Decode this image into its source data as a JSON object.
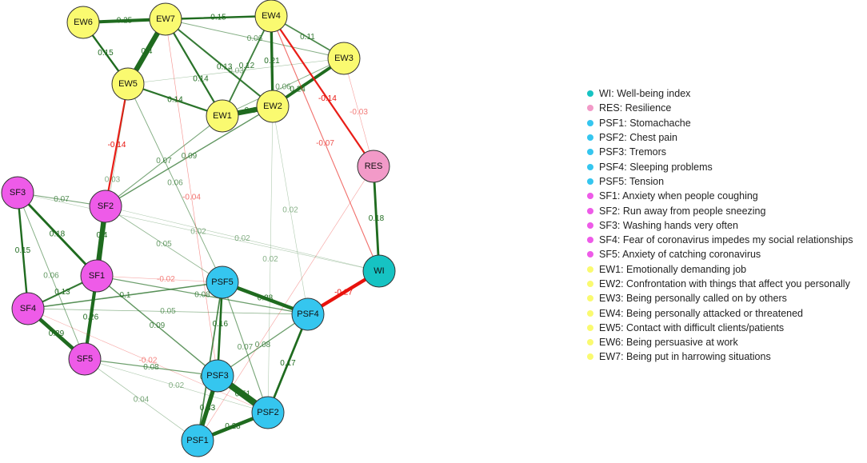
{
  "colors": {
    "positive_edge": "#1f6b1f",
    "negative_edge": "#e8120c",
    "node_border": "#333333",
    "groups": {
      "WI": "#16c3c3",
      "RES": "#f29ac8",
      "PSF": "#35c6ef",
      "SF": "#ee5be8",
      "EW": "#fafa70"
    }
  },
  "nodes": [
    {
      "id": "EW6",
      "group": "EW"
    },
    {
      "id": "EW7",
      "group": "EW"
    },
    {
      "id": "EW4",
      "group": "EW"
    },
    {
      "id": "EW3",
      "group": "EW"
    },
    {
      "id": "EW5",
      "group": "EW"
    },
    {
      "id": "EW1",
      "group": "EW"
    },
    {
      "id": "EW2",
      "group": "EW"
    },
    {
      "id": "RES",
      "group": "RES"
    },
    {
      "id": "SF3",
      "group": "SF"
    },
    {
      "id": "SF2",
      "group": "SF"
    },
    {
      "id": "SF1",
      "group": "SF"
    },
    {
      "id": "SF4",
      "group": "SF"
    },
    {
      "id": "SF5",
      "group": "SF"
    },
    {
      "id": "WI",
      "group": "WI"
    },
    {
      "id": "PSF5",
      "group": "PSF"
    },
    {
      "id": "PSF4",
      "group": "PSF"
    },
    {
      "id": "PSF3",
      "group": "PSF"
    },
    {
      "id": "PSF2",
      "group": "PSF"
    },
    {
      "id": "PSF1",
      "group": "PSF"
    }
  ],
  "edges": [
    {
      "from": "EW6",
      "to": "EW7",
      "weight": 0.25,
      "label": "0.25"
    },
    {
      "from": "EW7",
      "to": "EW4",
      "weight": 0.15,
      "label": "0.15"
    },
    {
      "from": "EW7",
      "to": "EW5",
      "weight": 0.4,
      "label": "0.4"
    },
    {
      "from": "EW6",
      "to": "EW5",
      "weight": 0.15,
      "label": "0.15"
    },
    {
      "from": "EW7",
      "to": "EW1",
      "weight": 0.14,
      "label": "0.14"
    },
    {
      "from": "EW7",
      "to": "EW2",
      "weight": 0.13,
      "label": "0.13"
    },
    {
      "from": "EW7",
      "to": "EW3",
      "weight": 0.06,
      "label": "0.06"
    },
    {
      "from": "EW4",
      "to": "EW3",
      "weight": 0.11,
      "label": "0.11"
    },
    {
      "from": "EW4",
      "to": "EW1",
      "weight": 0.12,
      "label": "0.12"
    },
    {
      "from": "EW4",
      "to": "EW2",
      "weight": 0.21,
      "label": "0.21"
    },
    {
      "from": "EW5",
      "to": "EW1",
      "weight": 0.14,
      "label": "0.14"
    },
    {
      "from": "EW1",
      "to": "EW2",
      "weight": 0.4,
      "label": "0.4"
    },
    {
      "from": "EW2",
      "to": "EW3",
      "weight": 0.24,
      "label": "0.24"
    },
    {
      "from": "EW5",
      "to": "EW3",
      "weight": 0.03,
      "label": "0.03"
    },
    {
      "from": "EW1",
      "to": "EW3",
      "weight": 0.06,
      "label": "0.06"
    },
    {
      "from": "EW4",
      "to": "RES",
      "weight": -0.14,
      "label": "-0.14"
    },
    {
      "from": "EW3",
      "to": "RES",
      "weight": -0.03,
      "label": "-0.03"
    },
    {
      "from": "EW5",
      "to": "SF2",
      "weight": -0.14,
      "label": "-0.14"
    },
    {
      "from": "EW2",
      "to": "SF2",
      "weight": 0.09,
      "label": "0.09"
    },
    {
      "from": "EW5",
      "to": "SF1",
      "weight": 0.03,
      "label": "0.03"
    },
    {
      "from": "EW5",
      "to": "PSF5",
      "weight": 0.06,
      "label": "0.06"
    },
    {
      "from": "EW1",
      "to": "SF2",
      "weight": 0.07,
      "label": "0.07"
    },
    {
      "from": "EW7",
      "to": "PSF3",
      "weight": -0.04,
      "label": "-0.04"
    },
    {
      "from": "EW2",
      "to": "PSF4",
      "weight": 0.02,
      "label": "0.02"
    },
    {
      "from": "EW2",
      "to": "PSF2",
      "weight": 0.02,
      "label": "0.02"
    },
    {
      "from": "EW4",
      "to": "WI",
      "weight": -0.07,
      "label": "-0.07"
    },
    {
      "from": "RES",
      "to": "WI",
      "weight": 0.18,
      "label": "0.18"
    },
    {
      "from": "RES",
      "to": "PSF1",
      "weight": -0.03,
      "label": ""
    },
    {
      "from": "WI",
      "to": "PSF4",
      "weight": -0.27,
      "label": "-0.27"
    },
    {
      "from": "SF3",
      "to": "SF1",
      "weight": 0.18,
      "label": "0.18"
    },
    {
      "from": "SF3",
      "to": "SF4",
      "weight": 0.15,
      "label": "0.15"
    },
    {
      "from": "SF3",
      "to": "SF2",
      "weight": 0.07,
      "label": "0.07"
    },
    {
      "from": "SF3",
      "to": "WI",
      "weight": 0.02,
      "label": "0.02"
    },
    {
      "from": "SF3",
      "to": "SF5",
      "weight": 0.06,
      "label": "0.06"
    },
    {
      "from": "SF2",
      "to": "SF1",
      "weight": 0.4,
      "label": "0.4"
    },
    {
      "from": "SF2",
      "to": "PSF5",
      "weight": 0.05,
      "label": "0.05"
    },
    {
      "from": "SF2",
      "to": "WI",
      "weight": 0.02,
      "label": "0.02"
    },
    {
      "from": "SF1",
      "to": "SF4",
      "weight": 0.13,
      "label": "0.13"
    },
    {
      "from": "SF1",
      "to": "SF5",
      "weight": 0.26,
      "label": "0.26"
    },
    {
      "from": "SF1",
      "to": "PSF5",
      "weight": -0.02,
      "label": "-0.02"
    },
    {
      "from": "SF1",
      "to": "PSF4",
      "weight": 0.08,
      "label": "0.08"
    },
    {
      "from": "SF1",
      "to": "PSF3",
      "weight": 0.09,
      "label": "0.09"
    },
    {
      "from": "SF4",
      "to": "SF5",
      "weight": 0.29,
      "label": "0.29"
    },
    {
      "from": "SF4",
      "to": "PSF5",
      "weight": 0.1,
      "label": "0.1"
    },
    {
      "from": "SF4",
      "to": "PSF2",
      "weight": -0.02,
      "label": "-0.02"
    },
    {
      "from": "SF4",
      "to": "PSF4",
      "weight": 0.05,
      "label": "0.05"
    },
    {
      "from": "SF5",
      "to": "PSF3",
      "weight": 0.08,
      "label": "0.08"
    },
    {
      "from": "SF5",
      "to": "PSF1",
      "weight": 0.04,
      "label": "0.04"
    },
    {
      "from": "SF5",
      "to": "PSF2",
      "weight": 0.02,
      "label": "0.02"
    },
    {
      "from": "PSF5",
      "to": "PSF4",
      "weight": 0.28,
      "label": "0.28"
    },
    {
      "from": "PSF5",
      "to": "PSF3",
      "weight": 0.16,
      "label": "0.16"
    },
    {
      "from": "PSF5",
      "to": "PSF2",
      "weight": 0.07,
      "label": "0.07"
    },
    {
      "from": "PSF5",
      "to": "PSF1",
      "weight": 0.11,
      "label": "0.11"
    },
    {
      "from": "PSF4",
      "to": "PSF3",
      "weight": 0.08,
      "label": "0.08"
    },
    {
      "from": "PSF4",
      "to": "PSF2",
      "weight": 0.17,
      "label": "0.17"
    },
    {
      "from": "PSF3",
      "to": "PSF2",
      "weight": 0.51,
      "label": "0.51"
    },
    {
      "from": "PSF3",
      "to": "PSF1",
      "weight": 0.33,
      "label": "0.33"
    },
    {
      "from": "PSF2",
      "to": "PSF1",
      "weight": 0.28,
      "label": "0.28"
    }
  ],
  "legend": [
    {
      "label": "WI: Well-being index",
      "color": "#16c3c3"
    },
    {
      "label": "RES: Resilience",
      "color": "#f29ac8"
    },
    {
      "label": "PSF1: Stomachache",
      "color": "#35c6ef"
    },
    {
      "label": "PSF2: Chest pain",
      "color": "#35c6ef"
    },
    {
      "label": "PSF3: Tremors",
      "color": "#35c6ef"
    },
    {
      "label": "PSF4: Sleeping problems",
      "color": "#35c6ef"
    },
    {
      "label": "PSF5: Tension",
      "color": "#35c6ef"
    },
    {
      "label": "SF1: Anxiety when people coughing",
      "color": "#ee5be8"
    },
    {
      "label": "SF2: Run away from people sneezing",
      "color": "#ee5be8"
    },
    {
      "label": "SF3: Washing hands very often",
      "color": "#ee5be8"
    },
    {
      "label": "SF4: Fear of coronavirus impedes my social relationships",
      "color": "#ee5be8"
    },
    {
      "label": "SF5: Anxiety of catching coronavirus",
      "color": "#ee5be8"
    },
    {
      "label": "EW1: Emotionally demanding job",
      "color": "#fafa70"
    },
    {
      "label": "EW2: Confrontation with things that affect you personally",
      "color": "#fafa70"
    },
    {
      "label": "EW3: Being personally called on by others",
      "color": "#fafa70"
    },
    {
      "label": "EW4: Being personally attacked or threatened",
      "color": "#fafa70"
    },
    {
      "label": "EW5: Contact with difficult clients/patients",
      "color": "#fafa70"
    },
    {
      "label": "EW6: Being persuasive at work",
      "color": "#fafa70"
    },
    {
      "label": "EW7: Being put in harrowing situations",
      "color": "#fafa70"
    }
  ]
}
